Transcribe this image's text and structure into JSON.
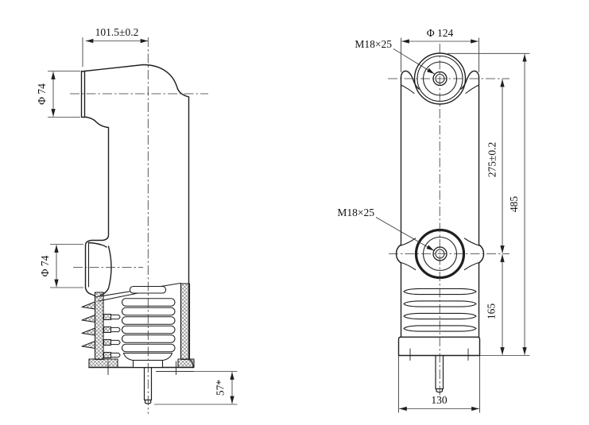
{
  "colors": {
    "line": "#1f1f1f",
    "thin_line": "#383838",
    "background": "#ffffff"
  },
  "left_view": {
    "top_width": "101.5±0.2",
    "upper_terminal_dia": "Φ 74",
    "lower_terminal_dia": "Φ 74",
    "stem_length": "57*"
  },
  "right_view": {
    "top_thread": "M18×25",
    "top_dia": "Φ 124",
    "mid_thread": "M18×25",
    "terminal_spacing": "275±0.2",
    "total_height": "485",
    "lower_height": "165",
    "base_width": "130"
  }
}
